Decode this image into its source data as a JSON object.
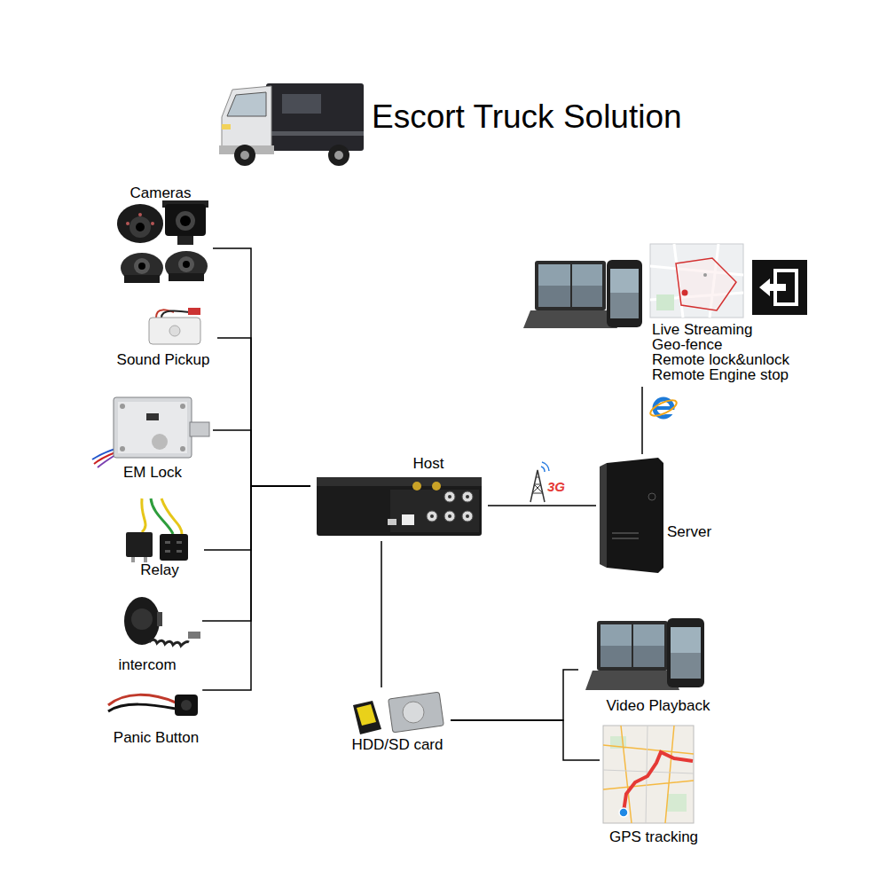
{
  "diagram": {
    "title": "Escort Truck Solution",
    "nodes": [
      {
        "text": [
          "Cameras"
        ]
      },
      {
        "text": [
          "Sound Pickup"
        ]
      },
      {
        "text": [
          "EM Lock"
        ]
      },
      {
        "text": [
          "Relay"
        ]
      },
      {
        "text": [
          "intercom"
        ]
      },
      {
        "text": [
          "Panic Button"
        ]
      },
      {
        "text": [
          "Host"
        ]
      },
      {
        "text": [
          "Live Streaming",
          "Geo-fence",
          "Remote lock&unlock",
          "Remote Engine stop"
        ]
      },
      {
        "text": [
          "Server"
        ]
      },
      {
        "text": [
          "HDD/SD card"
        ]
      },
      {
        "text": [
          "Video Playback"
        ]
      },
      {
        "text": [
          "GPS tracking"
        ]
      }
    ],
    "edges": [
      {
        "from": 0,
        "to": 6,
        "arrow": "none"
      },
      {
        "from": 1,
        "to": 6,
        "arrow": "none"
      },
      {
        "from": 2,
        "to": 6,
        "arrow": "none"
      },
      {
        "from": 3,
        "to": 6,
        "arrow": "none"
      },
      {
        "from": 4,
        "to": 6,
        "arrow": "none"
      },
      {
        "from": 5,
        "to": 6,
        "arrow": "none"
      },
      {
        "from": 6,
        "to": 8,
        "arrow": "none"
      },
      {
        "from": 8,
        "to": 7,
        "arrow": "none"
      },
      {
        "from": 6,
        "to": 9,
        "arrow": "none"
      },
      {
        "from": 9,
        "to": 10,
        "arrow": "none"
      },
      {
        "from": 9,
        "to": 11,
        "arrow": "none"
      }
    ],
    "labels": [
      "3G"
    ]
  }
}
